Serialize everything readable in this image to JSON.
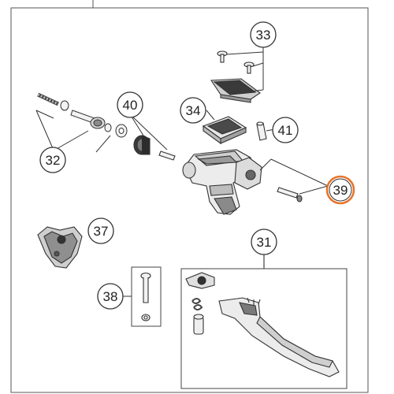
{
  "diagram": {
    "callouts": [
      {
        "id": "33",
        "label": "33",
        "highlighted": false
      },
      {
        "id": "40",
        "label": "40",
        "highlighted": false
      },
      {
        "id": "34",
        "label": "34",
        "highlighted": false
      },
      {
        "id": "41",
        "label": "41",
        "highlighted": false
      },
      {
        "id": "32",
        "label": "32",
        "highlighted": false
      },
      {
        "id": "39",
        "label": "39",
        "highlighted": true
      },
      {
        "id": "37",
        "label": "37",
        "highlighted": false
      },
      {
        "id": "31",
        "label": "31",
        "highlighted": false
      },
      {
        "id": "38",
        "label": "38",
        "highlighted": false
      }
    ],
    "colors": {
      "line": "#333333",
      "part_fill": "#f2f2f2",
      "part_shade": "#9a9a9a",
      "highlight": "#e8742a"
    }
  }
}
